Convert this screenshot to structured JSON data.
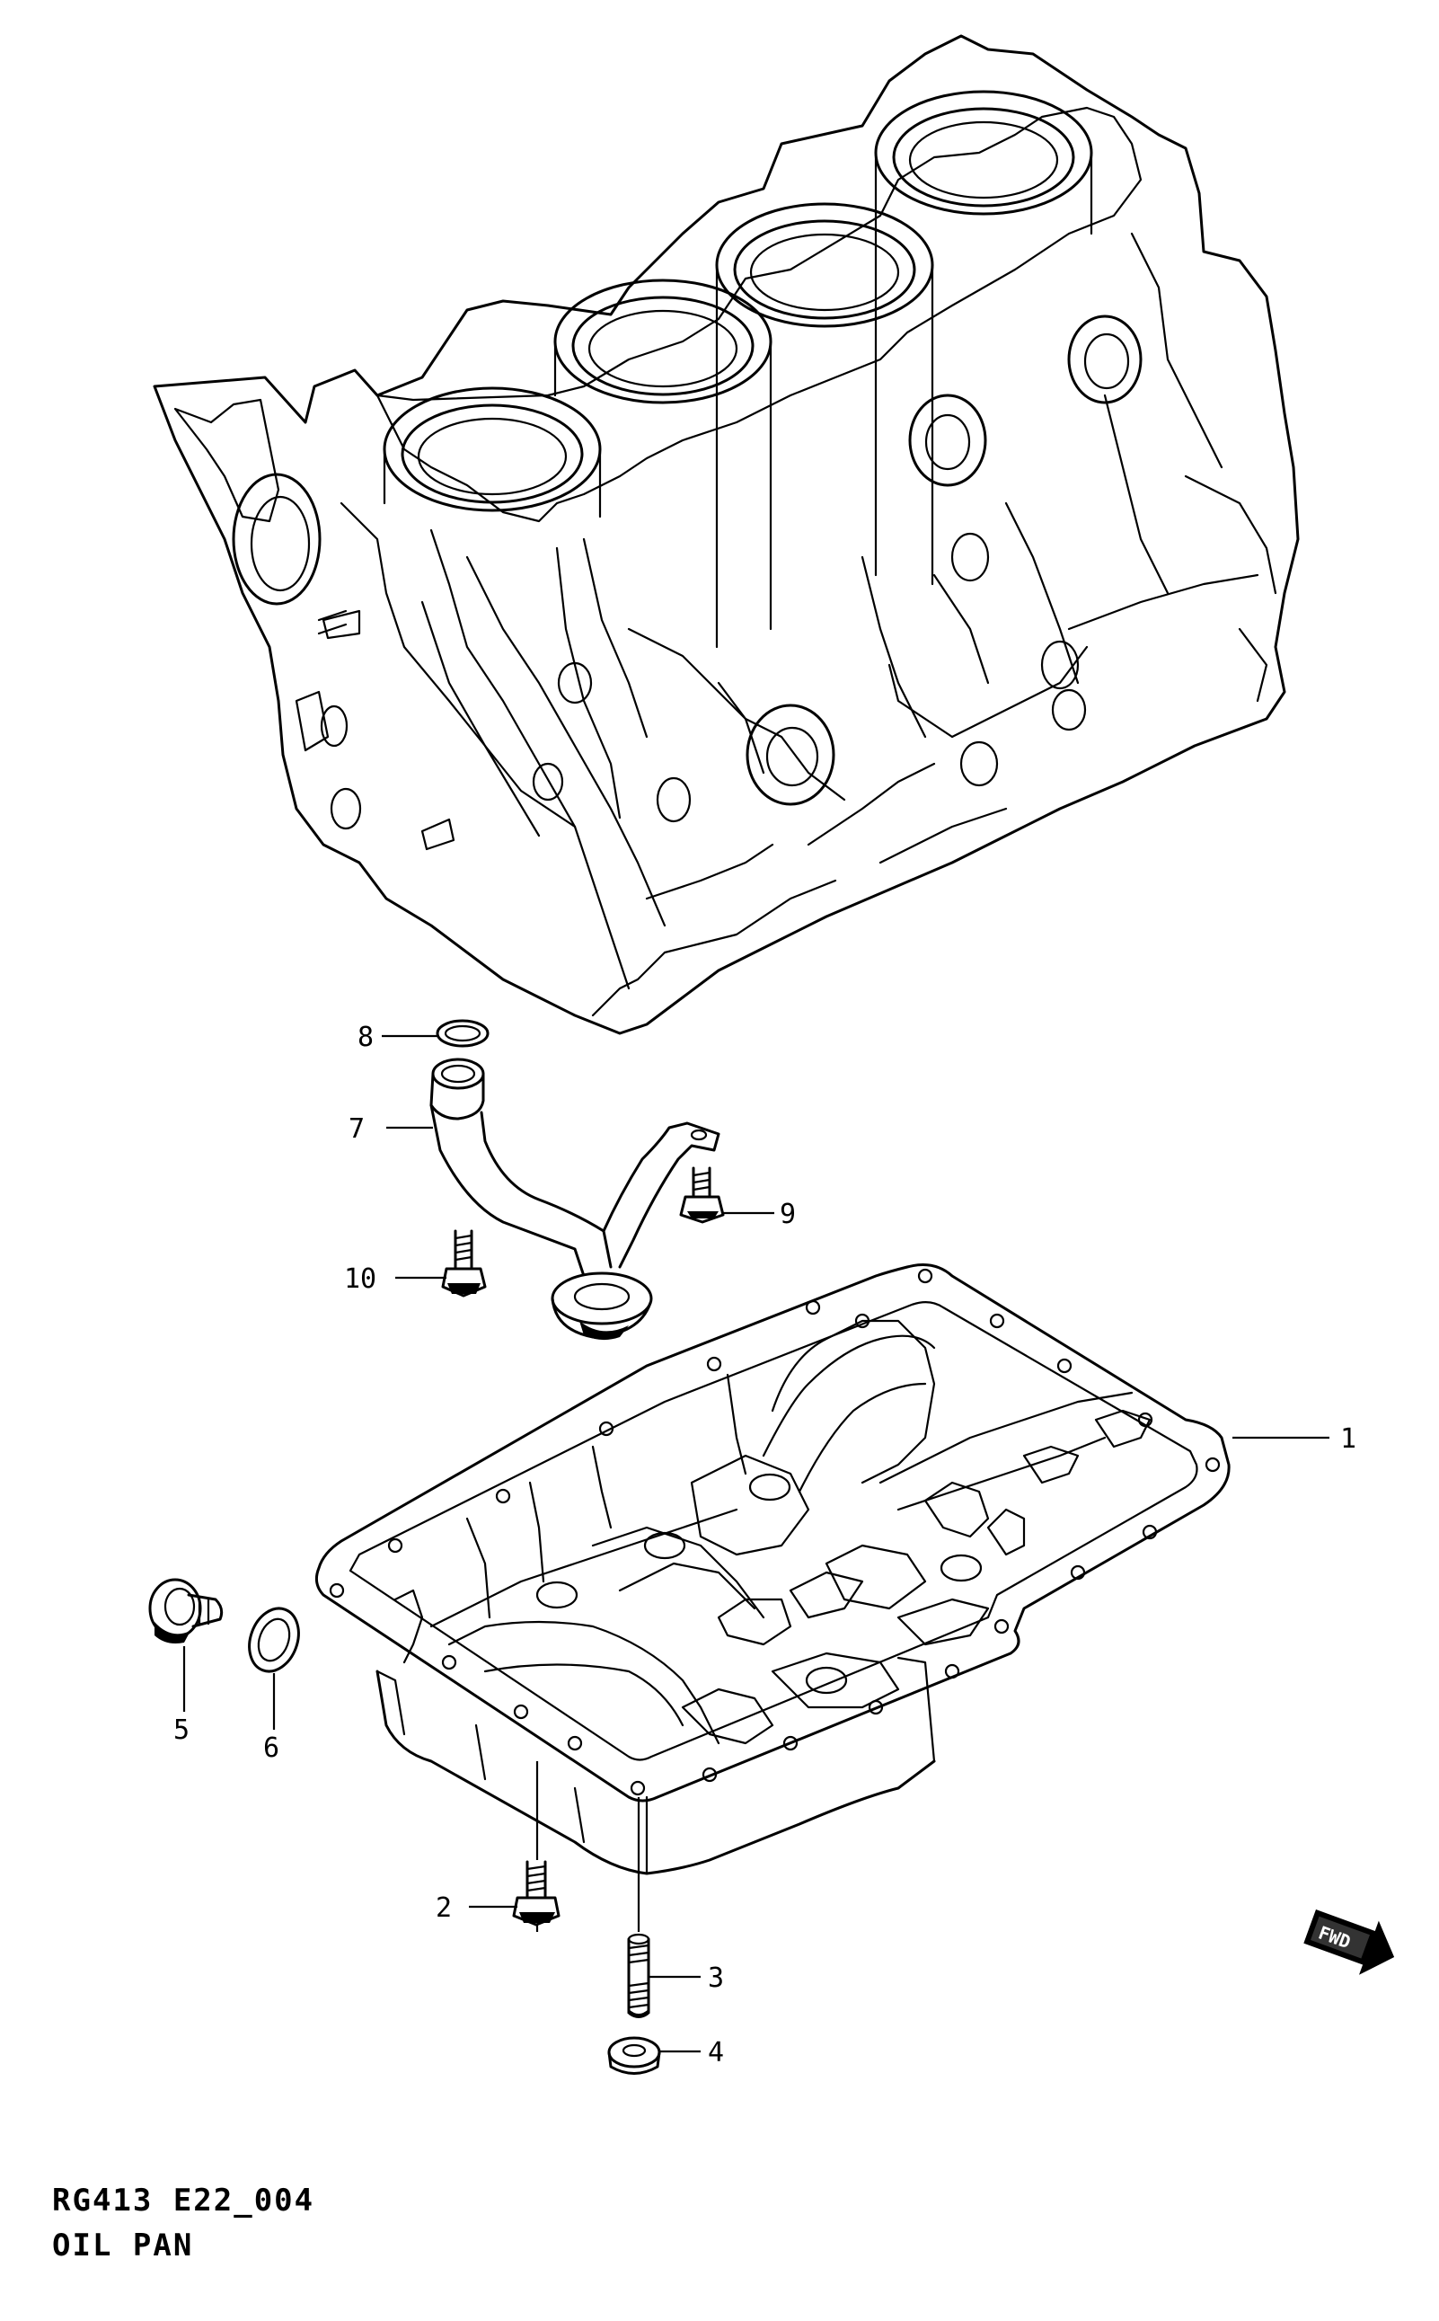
{
  "caption": {
    "code": "RG413 E22_004",
    "title": "OIL PAN"
  },
  "callouts": [
    {
      "id": "1",
      "label": "1"
    },
    {
      "id": "2",
      "label": "2"
    },
    {
      "id": "3",
      "label": "3"
    },
    {
      "id": "4",
      "label": "4"
    },
    {
      "id": "5",
      "label": "5"
    },
    {
      "id": "6",
      "label": "6"
    },
    {
      "id": "7",
      "label": "7"
    },
    {
      "id": "8",
      "label": "8"
    },
    {
      "id": "9",
      "label": "9"
    },
    {
      "id": "10",
      "label": "10"
    }
  ],
  "direction_marker": {
    "label": "FWD",
    "icon": "forward-arrow-icon"
  }
}
